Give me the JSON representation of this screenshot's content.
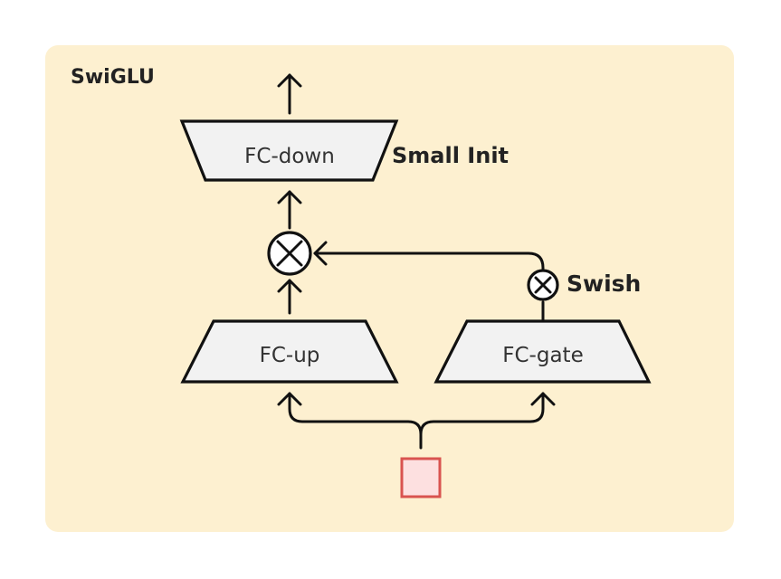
{
  "diagram": {
    "title": "SwiGLU",
    "blocks": {
      "fc_down": "FC-down",
      "fc_up": "FC-up",
      "fc_gate": "FC-gate"
    },
    "annotations": {
      "fc_down_note": "Small Init",
      "gate_activation": "Swish"
    },
    "operators": {
      "gate_multiply": "multiply",
      "swish_multiply": "multiply"
    },
    "colors": {
      "panel": "#fdf0d0",
      "block_fill": "#f2f2f2",
      "input_fill": "#fde0e0",
      "input_border": "#d9534f",
      "stroke": "#111111"
    }
  }
}
